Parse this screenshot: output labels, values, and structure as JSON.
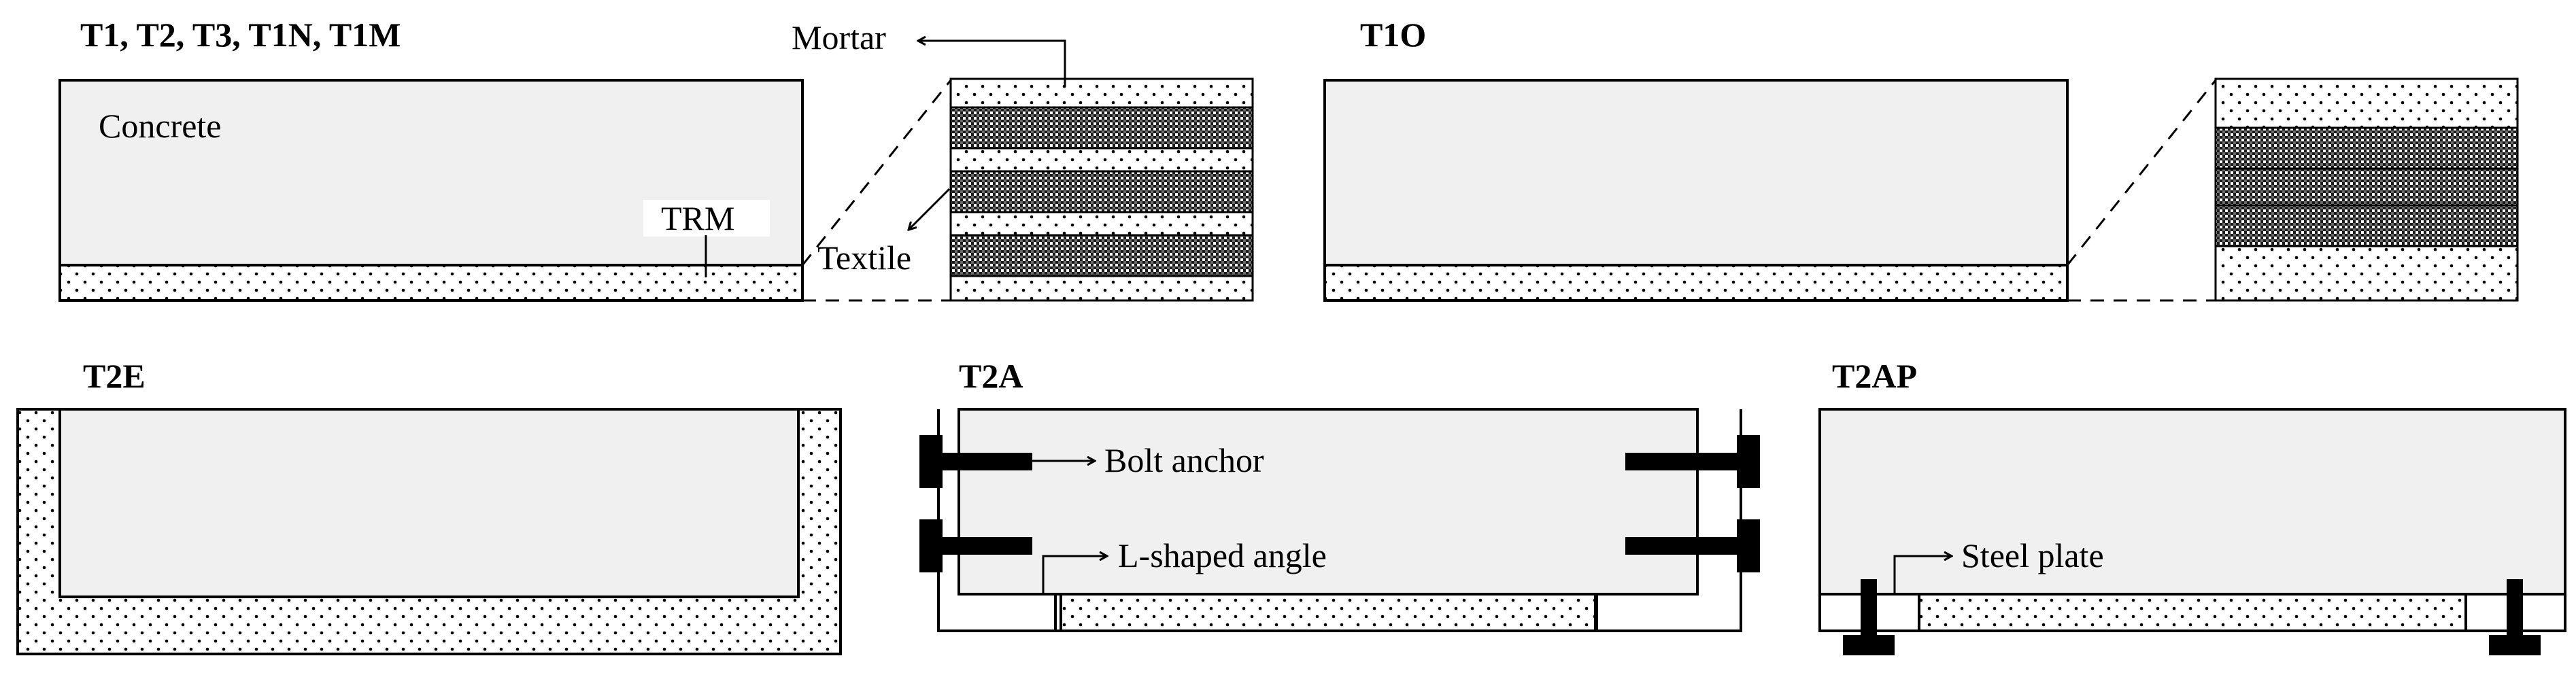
{
  "panel_titles": {
    "t1_group": "T1, T2, T3, T1N, T1M",
    "t1o": "T1O",
    "t2e": "T2E",
    "t2a": "T2A",
    "t2ap": "T2AP"
  },
  "labels": {
    "concrete": "Concrete",
    "trm": "TRM",
    "mortar": "Mortar",
    "textile": "Textile",
    "bolt_anchor": "Bolt anchor",
    "l_shaped_angle": "L-shaped angle",
    "steel_plate": "Steel plate"
  },
  "colors": {
    "concrete_fill": "#f0f0f0",
    "stroke": "#000000",
    "mortar_dot": "#000000",
    "textile_hatch": "#000000"
  }
}
